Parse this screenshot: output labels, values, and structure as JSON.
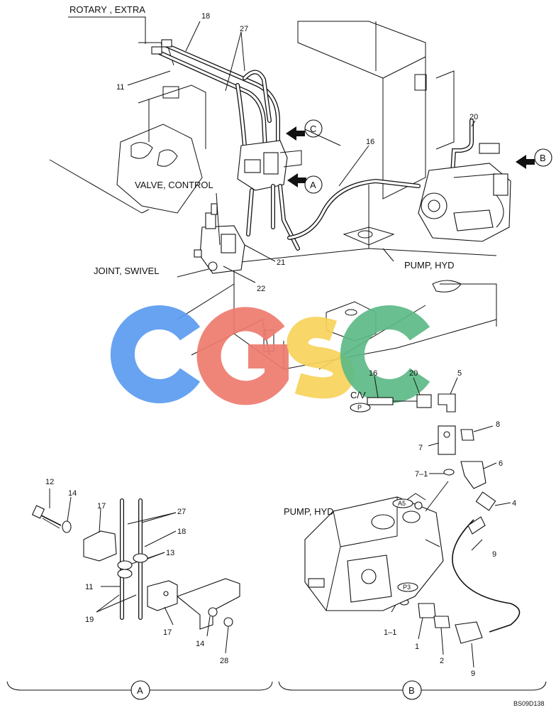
{
  "labels": {
    "rotary_extra": "ROTARY , EXTRA",
    "valve_control": "VALVE, CONTROL",
    "joint_swivel": "JOINT, SWIVEL",
    "pump_hyd_top": "PUMP, HYD",
    "pump_hyd_bottom": "PUMP, HYD",
    "cv": "C/V"
  },
  "callouts": {
    "a": "A",
    "b": "B",
    "c": "C",
    "a_section": "A",
    "b_section": "B"
  },
  "port_tags": {
    "p": "P",
    "a5": "A5",
    "p3": "P3"
  },
  "part_numbers": {
    "n18_top": "18",
    "n27_top": "27",
    "n11_top": "11",
    "n16_top": "16",
    "n20_top": "20",
    "n21": "21",
    "n22": "22",
    "n16_cv": "16",
    "n20_cv": "20",
    "n5": "5",
    "n8": "8",
    "n7": "7",
    "n7_1": "7–1",
    "n6": "6",
    "n4": "4",
    "n9_mid": "9",
    "n1_1": "1–1",
    "n1": "1",
    "n2": "2",
    "n9_bot": "9",
    "n12": "12",
    "n14_top": "14",
    "n17_top": "17",
    "n27_a": "27",
    "n18_a": "18",
    "n13": "13",
    "n11_a": "11",
    "n19": "19",
    "n17_bot": "17",
    "n14_bot": "14",
    "n28": "28"
  },
  "logo": {
    "text": "CGSC",
    "colors": [
      "#5b9bf0",
      "#ee7b6e",
      "#f7d25a",
      "#5cba86"
    ]
  },
  "drawing_code": "BS09D138"
}
